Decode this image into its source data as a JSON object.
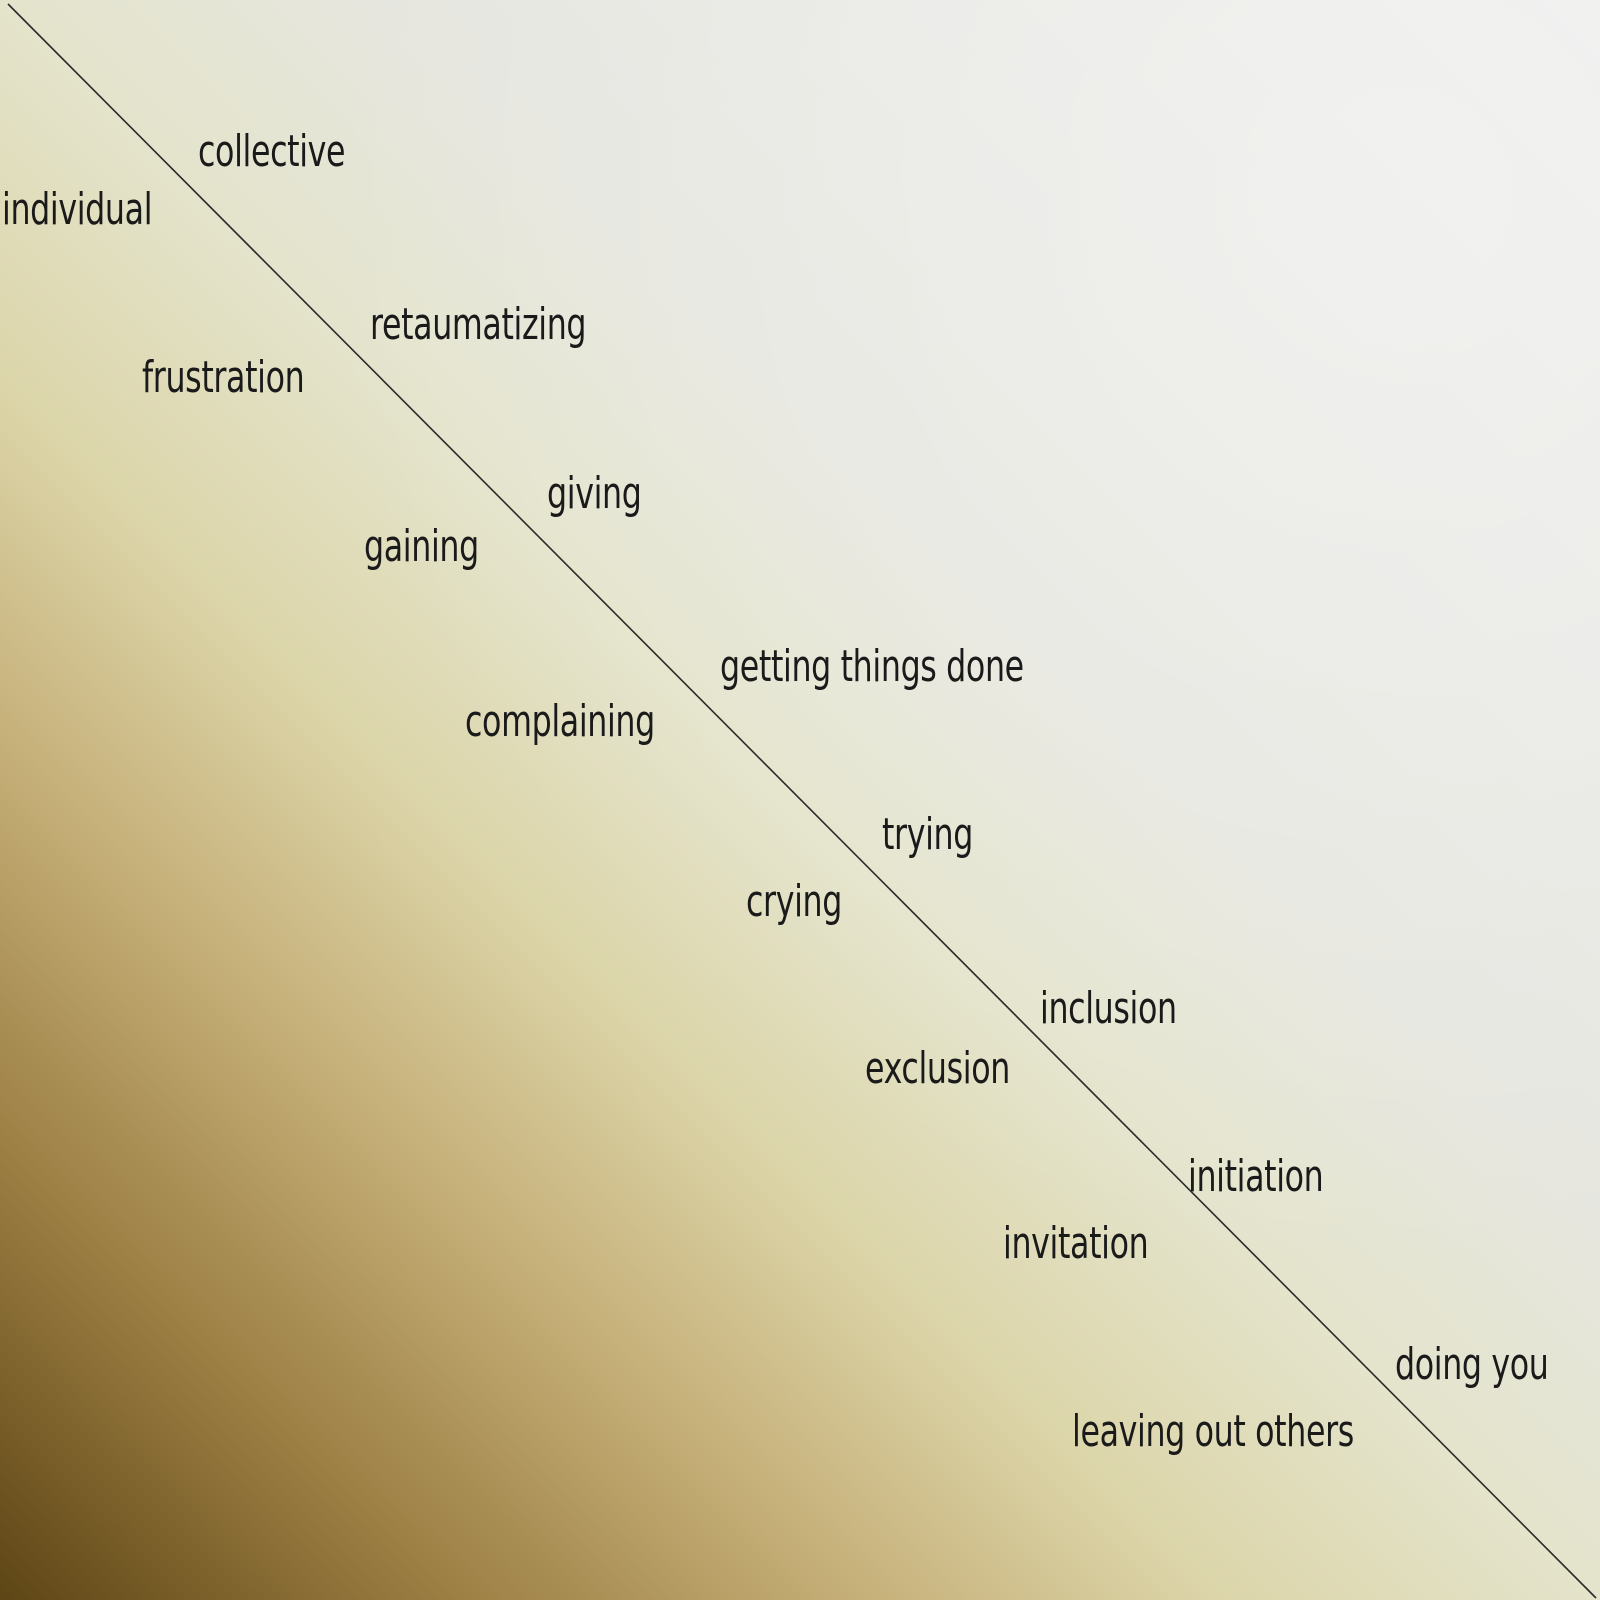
{
  "pairs": [
    {
      "upper": "collective",
      "lower": "individual"
    },
    {
      "upper": "retaumatizing",
      "lower": "frustration"
    },
    {
      "upper": "giving",
      "lower": "gaining"
    },
    {
      "upper": "getting things done",
      "lower": "complaining"
    },
    {
      "upper": "trying",
      "lower": "crying"
    },
    {
      "upper": "inclusion",
      "lower": "exclusion"
    },
    {
      "upper": "initiation",
      "lower": "invitation"
    },
    {
      "upper": "doing you",
      "lower": "leaving out others"
    }
  ]
}
